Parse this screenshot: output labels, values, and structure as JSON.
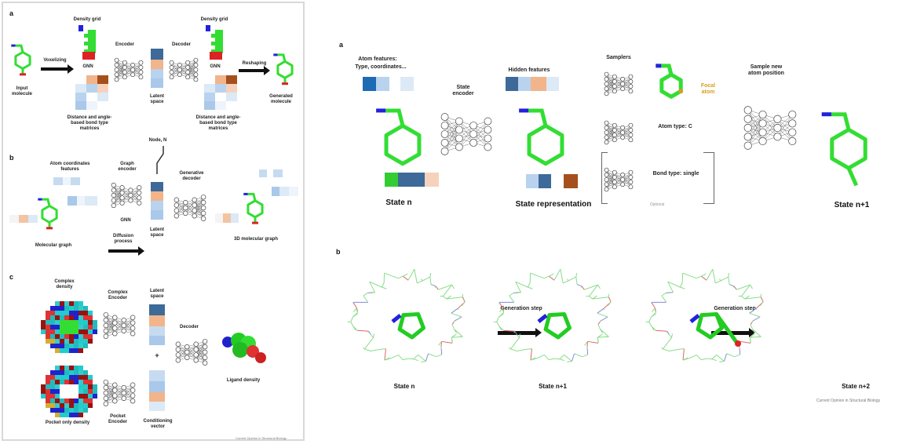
{
  "left_figure": {
    "panel_a": {
      "label": "a",
      "input_molecule": "Input molecule",
      "voxelizing": "Voxelizing",
      "density_grid_1": "Density grid",
      "gnn_1": "GNN",
      "matrix_caption_1": "Distance and angle-based bond type matrices",
      "encoder": "Encoder",
      "latent_space": "Latent space",
      "decoder": "Decoder",
      "density_grid_2": "Density grid",
      "gnn_2": "GNN",
      "matrix_caption_2": "Distance and angle-based bond type matrices",
      "reshaping": "Reshaping",
      "generated_molecule": "Generated molecule",
      "node_label": "Node, N"
    },
    "panel_b": {
      "label": "b",
      "atom_features": "Atom coordinates features",
      "graph_encoder": "Graph encoder",
      "gnn": "GNN",
      "molecular_graph": "Molecular graph",
      "diffusion": "Diffusion process",
      "latent_space": "Latent space",
      "generative_decoder": "Generative decoder",
      "output_graph": "3D molecular graph"
    },
    "panel_c": {
      "label": "c",
      "complex_density": "Complex density",
      "complex_encoder": "Complex Encoder",
      "latent_space": "Latent space",
      "pocket_density": "Pocket only density",
      "pocket_encoder": "Pocket Encoder",
      "conditioning_vector": "Conditioning vector",
      "decoder": "Decoder",
      "ligand_density": "Ligand density"
    },
    "credit": "Current Opinion in Structural Biology"
  },
  "right_figure": {
    "panel_a": {
      "label": "a",
      "atom_features": "Atom features:",
      "atom_features_sub": "Type, coordinates...",
      "state_encoder": "State encoder",
      "hidden_features": "Hidden features",
      "samplers": "Samplers",
      "focal_atom": "Focal atom",
      "atom_type": "Atom type: C",
      "bond_type": "Bond type: single",
      "optional": "Optional",
      "sample_position": "Sample new atom position",
      "state_n": "State n",
      "state_representation": "State representation",
      "state_n1": "State n+1"
    },
    "panel_b": {
      "label": "b",
      "step_1": "Generation step",
      "step_2": "Generation step",
      "state_n": "State n",
      "state_n1": "State n+1",
      "state_n2": "State n+2"
    },
    "credit": "Current Opinion in Structural Biology"
  },
  "colors": {
    "carbon": "#33dd33",
    "nitrogen": "#2222dd",
    "oxygen": "#dd2222",
    "dark_blue": "#3d6a98",
    "light_blue": "#b9d3ee",
    "orange": "#f2b48a",
    "brown": "#a5501c",
    "gold": "#d4a020"
  }
}
